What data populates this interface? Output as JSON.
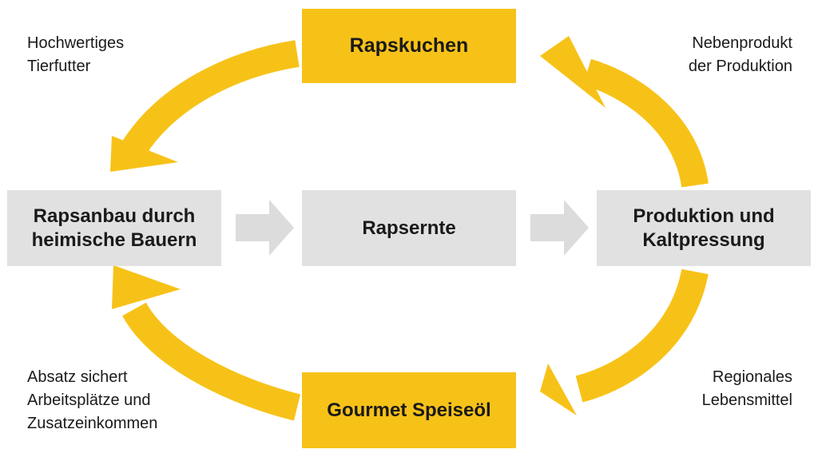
{
  "colors": {
    "accent": "#f7c218",
    "process_box": "#e1e1e1",
    "process_arrow": "#dcdcdc",
    "text": "#1a1a1a"
  },
  "nodes": {
    "rapskuchen": "Rapskuchen",
    "rapsanbau": "Rapsanbau durch\nheimische Bauern",
    "rapsernte": "Rapsernte",
    "produktion": "Produktion und\nKaltpressung",
    "speiseoel": "Gourmet Speiseöl"
  },
  "annotations": {
    "top_left": "Hochwertiges\nTierfutter",
    "top_right": "Nebenprodukt\nder Produktion",
    "bottom_left": "Absatz sichert\nArbeitsplätze und\nZusatzeinkommen",
    "bottom_right": "Regionales\nLebensmittel"
  },
  "arrows": [
    {
      "from": "produktion",
      "to": "rapskuchen",
      "style": "yellow-curved"
    },
    {
      "from": "rapskuchen",
      "to": "rapsanbau",
      "style": "yellow-curved"
    },
    {
      "from": "produktion",
      "to": "speiseoel",
      "style": "yellow-curved"
    },
    {
      "from": "speiseoel",
      "to": "rapsanbau",
      "style": "yellow-curved"
    },
    {
      "from": "rapsanbau",
      "to": "rapsernte",
      "style": "gray-straight"
    },
    {
      "from": "rapsernte",
      "to": "produktion",
      "style": "gray-straight"
    }
  ]
}
